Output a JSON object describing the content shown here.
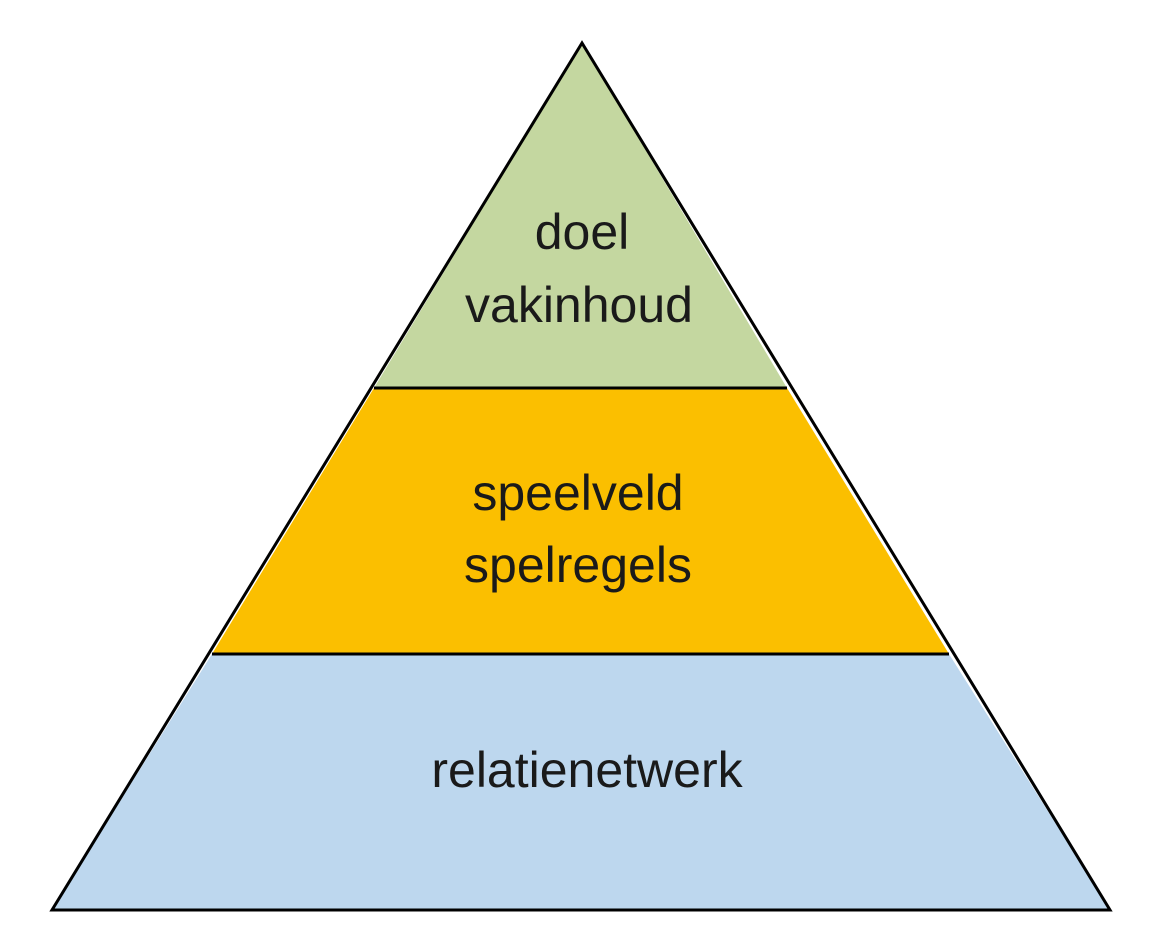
{
  "pyramid": {
    "layers": [
      {
        "level": "top",
        "color": "#c4d7a0",
        "lines": [
          "doel",
          "vakinhoud"
        ]
      },
      {
        "level": "middle",
        "color": "#fbbf00",
        "lines": [
          "speelveld",
          "spelregels"
        ]
      },
      {
        "level": "bottom",
        "color": "#bdd7ee",
        "lines": [
          "relatienetwerk"
        ]
      }
    ],
    "outline_color": "#000000"
  }
}
